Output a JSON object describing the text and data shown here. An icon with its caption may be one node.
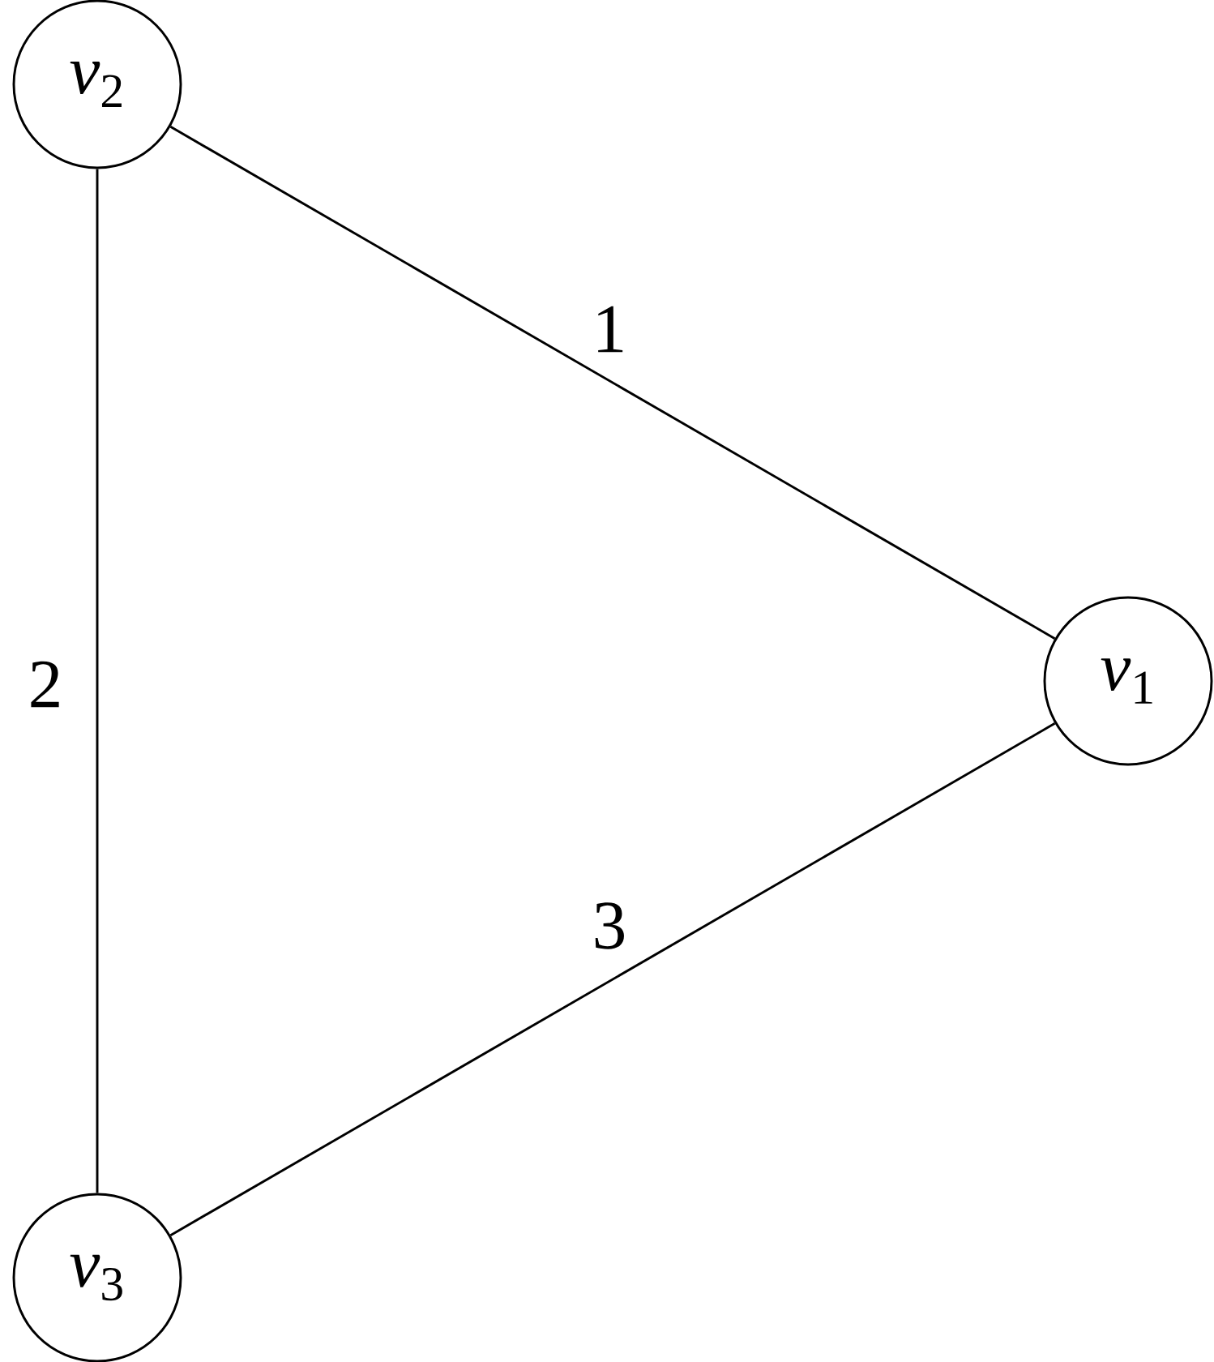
{
  "diagram": {
    "nodes": [
      {
        "text": [
          "*v*$_{2}$"
        ]
      },
      {
        "text": [
          "*v*$_{1}$"
        ]
      },
      {
        "text": [
          "*v*$_{3}$"
        ]
      }
    ],
    "edges": [
      {
        "from": 0,
        "to": 1,
        "arrow": "none",
        "label": "1"
      },
      {
        "from": 0,
        "to": 2,
        "arrow": "none",
        "label": "2"
      },
      {
        "from": 2,
        "to": 1,
        "arrow": "none",
        "label": "3"
      }
    ]
  }
}
